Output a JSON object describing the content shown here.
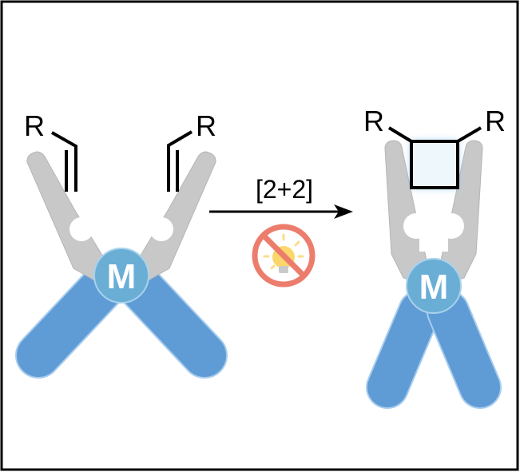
{
  "reactant": {
    "substituent_left": "R",
    "substituent_right": "R",
    "metal_label": "M"
  },
  "arrow": {
    "label": "[2+2]"
  },
  "condition": {
    "icon": "no-light-icon"
  },
  "product": {
    "substituent_left": "R",
    "substituent_right": "R",
    "metal_label": "M"
  },
  "colors": {
    "gray_arm": "#c8c8c8",
    "blue_arm": "#5f9bd5",
    "metal": "#6aaed6",
    "no_light": "#ec7d6d",
    "bulb": "#fbd76b"
  }
}
